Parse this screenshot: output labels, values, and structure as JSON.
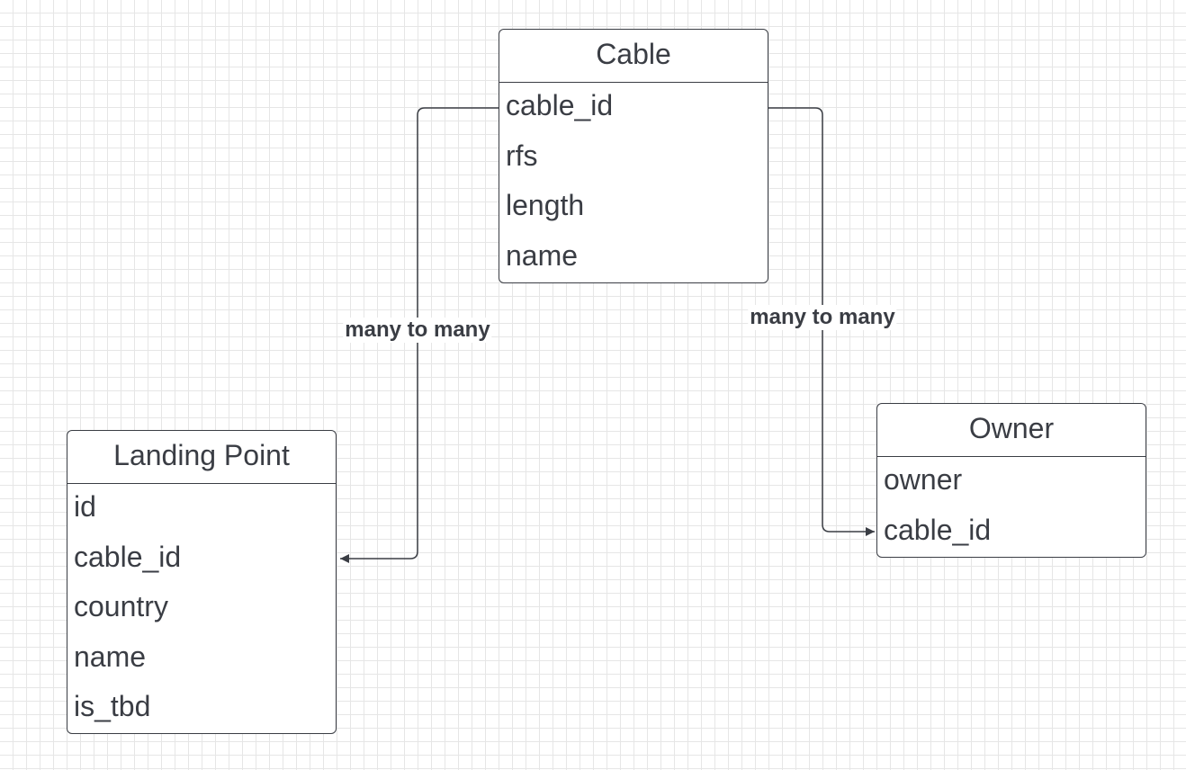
{
  "diagram": {
    "entities": {
      "cable": {
        "title": "Cable",
        "fields": [
          "cable_id",
          "rfs",
          "length",
          "name"
        ]
      },
      "landing_point": {
        "title": "Landing Point",
        "fields": [
          "id",
          "cable_id",
          "country",
          "name",
          "is_tbd"
        ]
      },
      "owner": {
        "title": "Owner",
        "fields": [
          "owner",
          "cable_id"
        ]
      }
    },
    "relationships": {
      "cable_landing_point": {
        "label": "many to many",
        "from": "Cable.cable_id",
        "to": "Landing Point.cable_id"
      },
      "cable_owner": {
        "label": "many to many",
        "from": "Cable.cable_id",
        "to": "Owner.cable_id"
      }
    },
    "colors": {
      "stroke": "#3a3d44",
      "grid": "#e6e6e6",
      "background": "#ffffff"
    }
  }
}
